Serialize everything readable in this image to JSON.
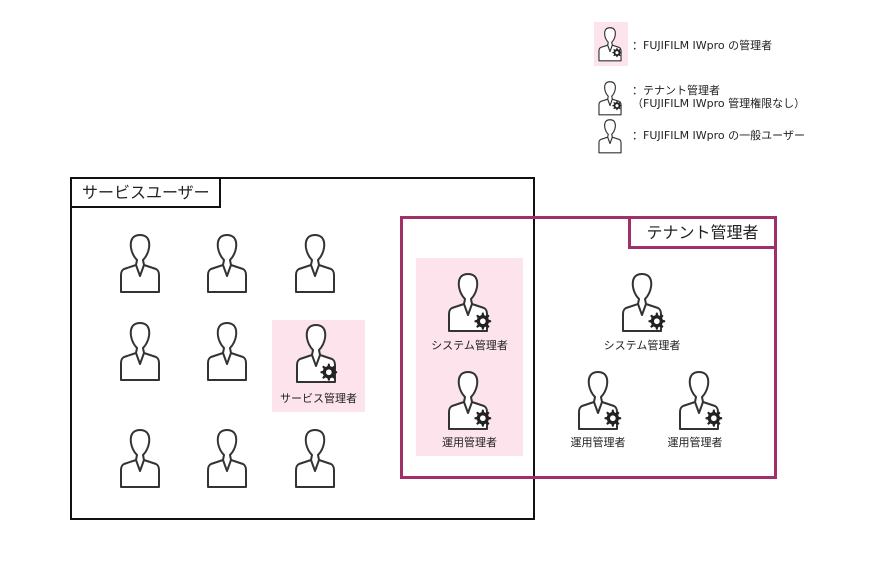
{
  "legend": {
    "admin_text": "：FUJIFILM IWpro の管理者",
    "tenant_admin_text_line1": "：テナント管理者",
    "tenant_admin_text_line2": "（FUJIFILM IWpro 管理権限なし）",
    "general_user_text": "：FUJIFILM IWpro の一般ユーザー"
  },
  "service_users": {
    "title": "サービスユーザー",
    "service_admin_label": "サービス管理者"
  },
  "tenant_admins": {
    "title": "テナント管理者",
    "system_admin_label": "システム管理者",
    "ops_admin_label": "運用管理者"
  },
  "colors": {
    "admin_highlight": "#fde4ec",
    "tenant_border": "#a0306a",
    "service_border": "#111111"
  }
}
